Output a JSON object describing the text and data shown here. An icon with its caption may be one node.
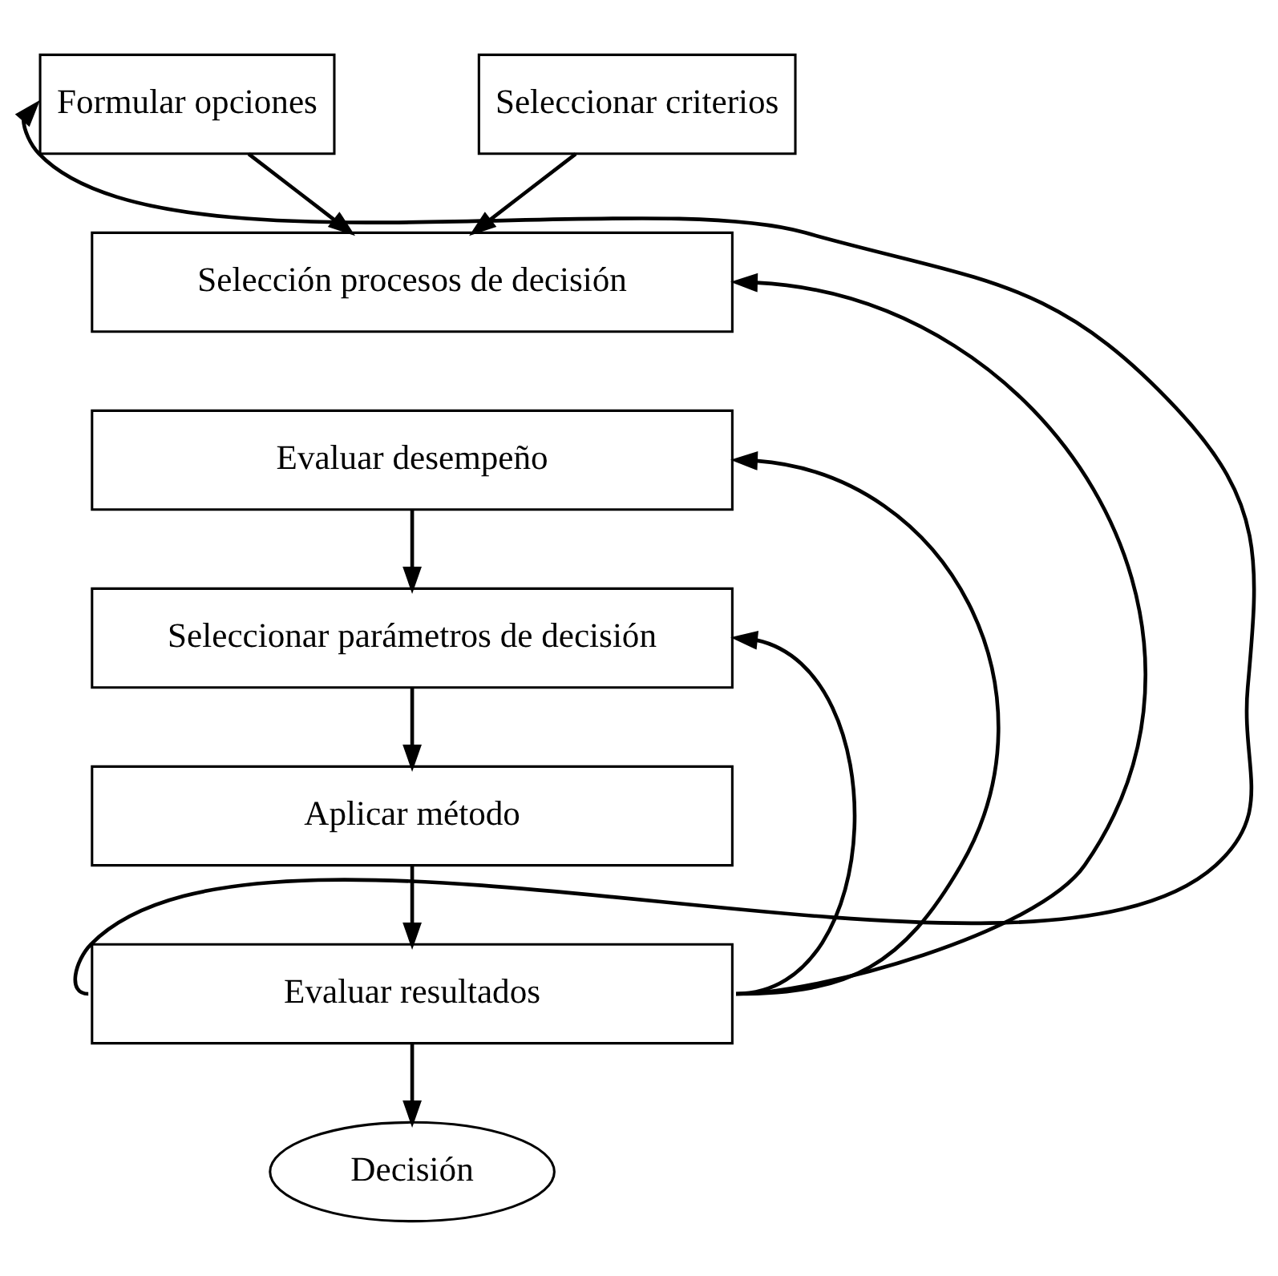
{
  "diagram": {
    "nodes": [
      {
        "text": [
          "Formular opciones"
        ]
      },
      {
        "text": [
          "Seleccionar criterios"
        ]
      },
      {
        "text": [
          "Selección procesos de decisión"
        ]
      },
      {
        "text": [
          "Evaluar desempeño"
        ]
      },
      {
        "text": [
          "Seleccionar parámetros de decisión"
        ]
      },
      {
        "text": [
          "Aplicar método"
        ]
      },
      {
        "text": [
          "Evaluar resultados"
        ]
      },
      {
        "text": [
          "Decisión"
        ]
      }
    ],
    "edges": [
      {
        "from": 0,
        "to": 2,
        "arrow": "to"
      },
      {
        "from": 1,
        "to": 2,
        "arrow": "to"
      },
      {
        "from": 3,
        "to": 4,
        "arrow": "to"
      },
      {
        "from": 4,
        "to": 5,
        "arrow": "to"
      },
      {
        "from": 5,
        "to": 6,
        "arrow": "to"
      },
      {
        "from": 6,
        "to": 7,
        "arrow": "to"
      },
      {
        "from": 6,
        "to": 0,
        "arrow": "to"
      },
      {
        "from": 6,
        "to": 2,
        "arrow": "to"
      },
      {
        "from": 6,
        "to": 3,
        "arrow": "to"
      },
      {
        "from": 6,
        "to": 4,
        "arrow": "to"
      }
    ]
  }
}
